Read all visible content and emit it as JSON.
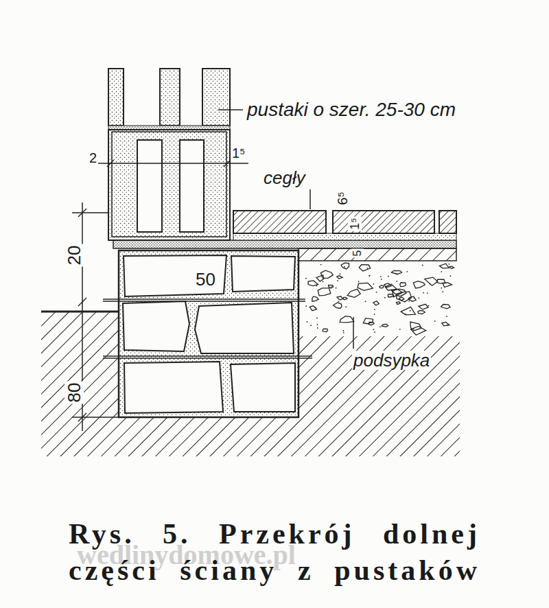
{
  "diagram": {
    "caption": "Rys. 5. Przekrój dolnej części ściany z pustaków",
    "labels": [
      "pustaki o szer. 25-30 cm",
      "2",
      "1⁵",
      "cegły",
      "6⁵",
      "1⁵",
      "5",
      "20",
      "50",
      "80",
      "podsypka",
      "wedlinydomowe.pl"
    ]
  }
}
